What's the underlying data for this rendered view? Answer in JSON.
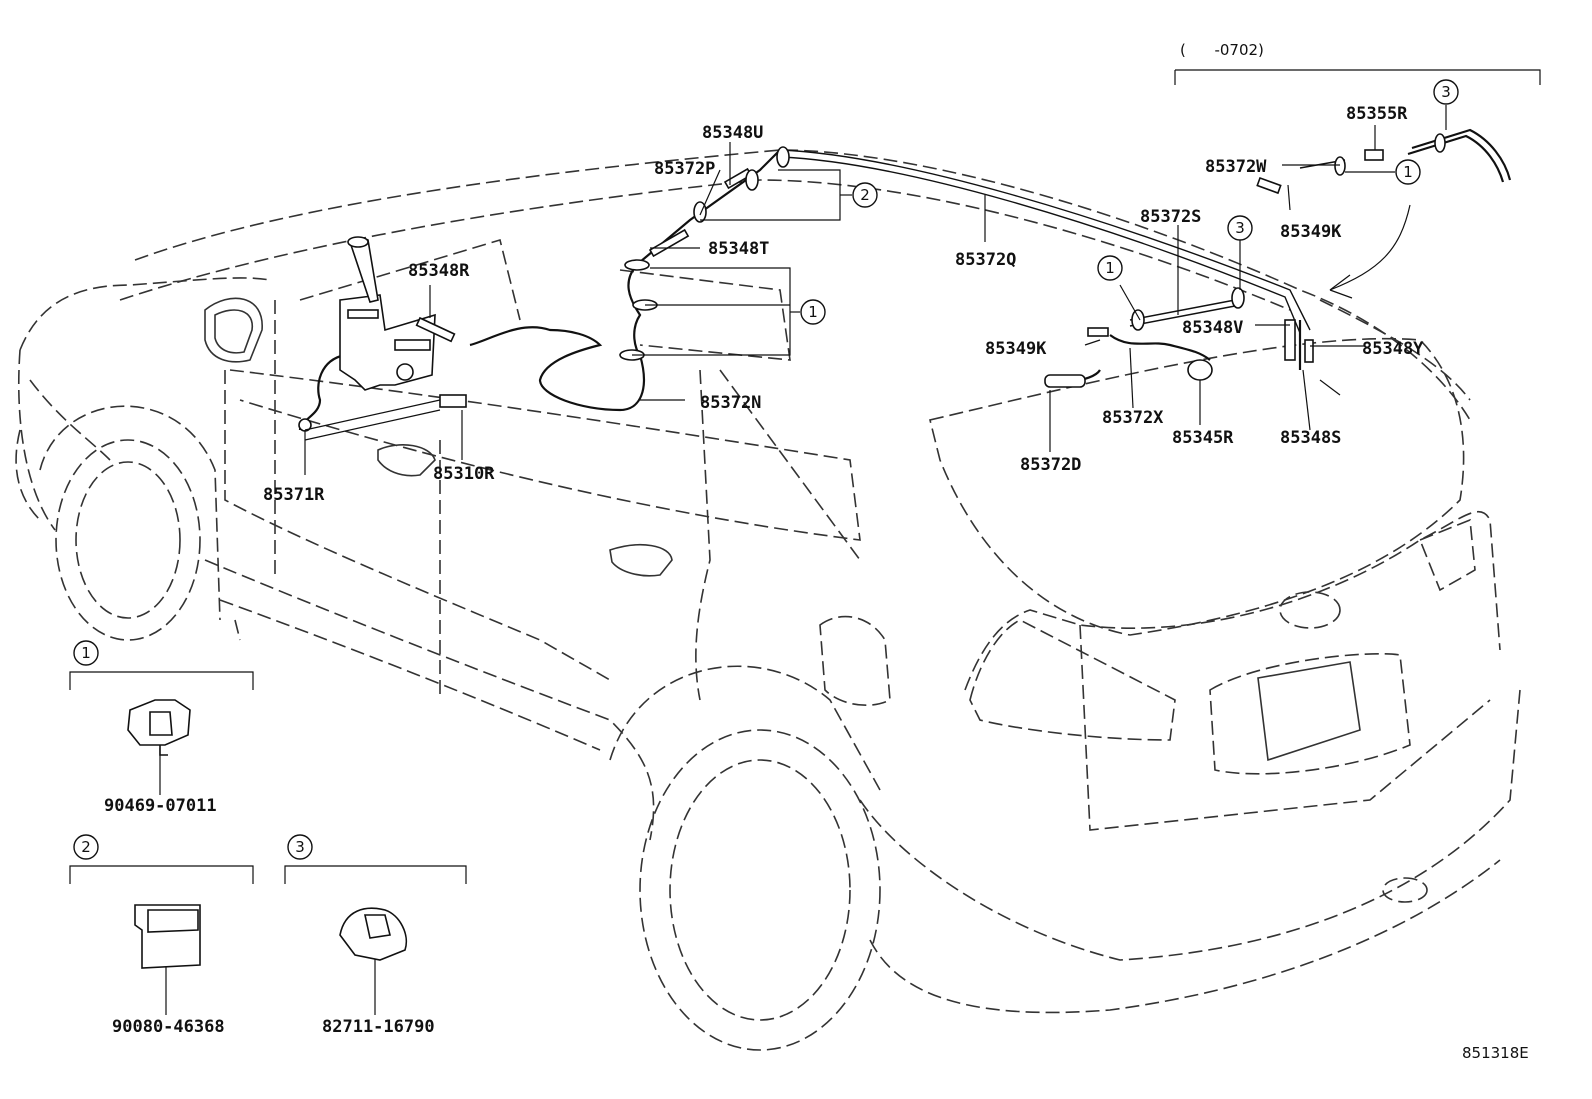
{
  "version_range": "(      -0702)",
  "figure_code": "851318E",
  "callouts": {
    "c1": "1",
    "c2": "2",
    "c3": "3"
  },
  "parts": {
    "p85348U": "85348U",
    "p85372P": "85372P",
    "p85348T": "85348T",
    "p85372Q": "85372Q",
    "p85348R": "85348R",
    "p85372N": "85372N",
    "p85371R": "85371R",
    "p85310R": "85310R",
    "p85355R": "85355R",
    "p85372W": "85372W",
    "p85349K_top": "85349K",
    "p85372S": "85372S",
    "p85348V": "85348V",
    "p85348Y": "85348Y",
    "p85349K": "85349K",
    "p85372X": "85372X",
    "p85345R": "85345R",
    "p85348S": "85348S",
    "p85372D": "85372D"
  },
  "legend": {
    "clip1": "90469-07011",
    "clip2": "90080-46368",
    "clip3": "82711-16790"
  }
}
